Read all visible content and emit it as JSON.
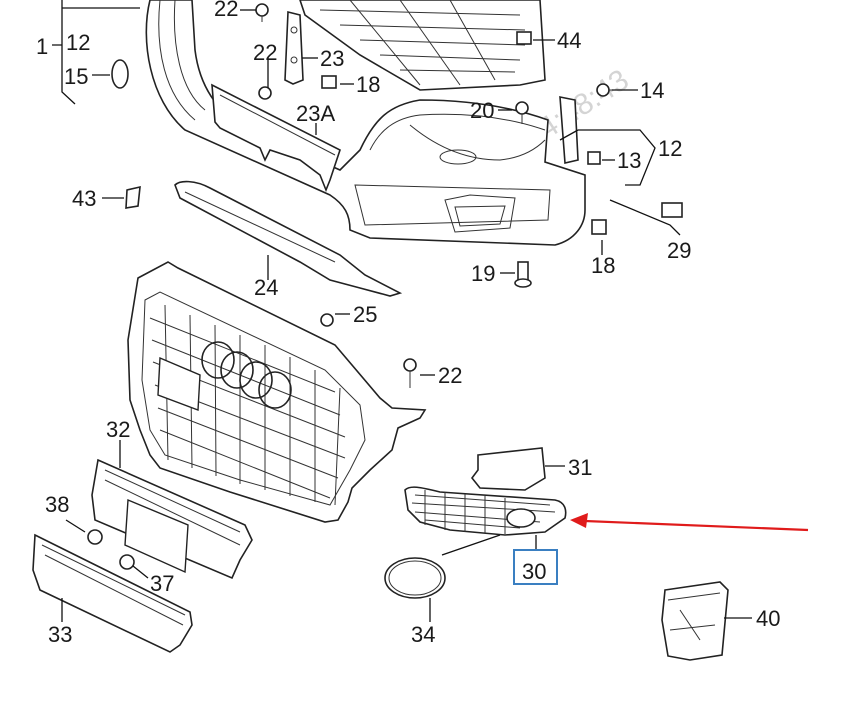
{
  "watermark": "06.04.2015 14:48:43",
  "labels": {
    "l22a": "22",
    "l1": "1",
    "l12a": "12",
    "l15": "15",
    "l22b": "22",
    "l23": "23",
    "l18a": "18",
    "l23a": "23A",
    "l44": "44",
    "l20": "20",
    "l14": "14",
    "l12b": "12",
    "l13": "13",
    "l43": "43",
    "l29": "29",
    "l18b": "18",
    "l19": "19",
    "l24": "24",
    "l25": "25",
    "l22c": "22",
    "l31": "31",
    "l32": "32",
    "l30": "30",
    "l38": "38",
    "l37": "37",
    "l33": "33",
    "l34": "34",
    "l40": "40"
  },
  "colors": {
    "highlight_arrow": "#e01b1b",
    "highlight_box": "#3a7fc1",
    "line": "#111111",
    "watermark": "#d4d4d4"
  }
}
